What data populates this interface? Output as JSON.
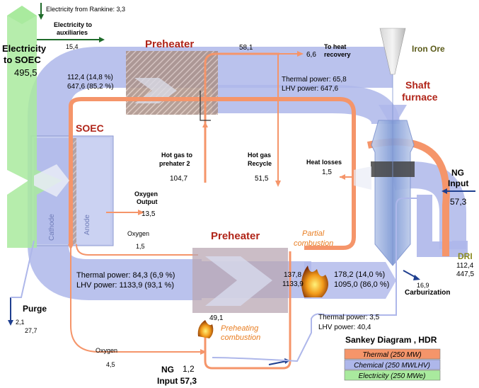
{
  "colors": {
    "thermal": "#f5956a",
    "thermal_dark": "#e8743f",
    "chemical": "#aeb7ea",
    "electricity": "#a9ea9e",
    "title_red": "#b02418",
    "partial_orange": "#e87d21",
    "arrow_blue": "#1f3f8f",
    "arrow_green": "#1f6b2a"
  },
  "electricity": {
    "rankine_label": "Electricity from Rankine: 3,3",
    "aux_label_1": "Electricity to",
    "aux_label_2": "auxiliaries",
    "aux_value": "15,4",
    "soec_label_1": "Electricity",
    "soec_label_2": "to SOEC",
    "soec_value": "495,5"
  },
  "preheater_top": {
    "title": "Preheater",
    "flow_value": "58,1",
    "heat_recovery_value": "6,6",
    "heat_recovery_label_1": "To heat",
    "heat_recovery_label_2": "recovery"
  },
  "soec": {
    "title": "SOEC",
    "cathode": "Cathode",
    "anode": "Anode",
    "top_line_1": "112,4 (14,8 %)",
    "top_line_2": "647,6 (85,2 %)"
  },
  "shaft": {
    "iron_ore": "Iron Ore",
    "title_1": "Shaft",
    "title_2": "furnace",
    "thermal_line": "Thermal power: 65,8",
    "lhv_line": "LHV power: 647,6"
  },
  "hot_gas_preheater": {
    "line_1": "Hot gas to",
    "line_2": "prehater 2",
    "value": "104,7"
  },
  "hot_gas_recycle": {
    "line_1": "Hot gas",
    "line_2": "Recycle",
    "value": "51,5"
  },
  "heat_losses": {
    "label": "Heat losses",
    "value": "1,5"
  },
  "ng_right": {
    "line_1": "NG",
    "line_2": "Input",
    "value": "57,3"
  },
  "oxygen_output": {
    "line_1": "Oxygen",
    "line_2": "Output",
    "value": "13,5"
  },
  "oxygen_mid": {
    "label": "Oxygen",
    "value": "1,5"
  },
  "oxygen_bottom": {
    "label": "Oxygen",
    "value": "4,5"
  },
  "preheater_bottom": {
    "title": "Preheater",
    "partial_1": "Partial",
    "partial_2": "combustion",
    "left_thermal": "Thermal power: 84,3 (6,9 %)",
    "left_lhv": "LHV power: 1133,9 (93,1 %)",
    "mid_1": "137,8",
    "mid_2": "1133,9",
    "right_1": "178,2 (14,0 %)",
    "right_2": "1095,0 (86,0 %)",
    "preheat_value": "49,1",
    "preheating_1": "Preheating",
    "preheating_2": "combustion"
  },
  "dri": {
    "label": "DRI",
    "value_1": "112,4",
    "value_2": "447,5"
  },
  "carburization": {
    "value": "16,9",
    "label": "Carburization"
  },
  "purge": {
    "label": "Purge",
    "value_1": "2,1",
    "value_2": "27,7"
  },
  "bottom_exhaust": {
    "thermal": "Thermal power: 3,5",
    "lhv": "LHV power: 40,4"
  },
  "ng_bottom": {
    "value": "1,2",
    "line_1": "NG",
    "line_2": "Input 57,3"
  },
  "legend": {
    "title": "Sankey Diagram , HDR",
    "thermal": "Thermal (250 MW)",
    "chemical": "Chemical (250 MWLHV)",
    "electricity": "Electricity (250 MWe)"
  }
}
